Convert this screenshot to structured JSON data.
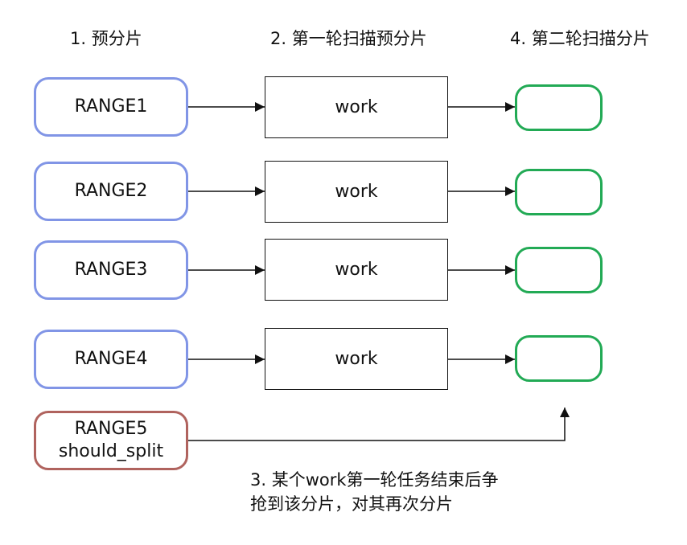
{
  "headers": {
    "col1": "1. 预分片",
    "col2": "2. 第一轮扫描预分片",
    "col3": "4. 第二轮扫描分片"
  },
  "ranges": [
    {
      "label": "RANGE1"
    },
    {
      "label": "RANGE2"
    },
    {
      "label": "RANGE3"
    },
    {
      "label": "RANGE4"
    }
  ],
  "range5": {
    "label": "RANGE5",
    "sub": "should_split"
  },
  "works": [
    {
      "label": "work"
    },
    {
      "label": "work"
    },
    {
      "label": "work"
    },
    {
      "label": "work"
    }
  ],
  "note": {
    "line1": "3. 某个work第一轮任务结束后争",
    "line2": "抢到该分片，对其再次分片"
  },
  "colors": {
    "range_border": "#8195e6",
    "range5_border": "#b0635e",
    "slot_border": "#22aa55",
    "line": "#111111"
  }
}
